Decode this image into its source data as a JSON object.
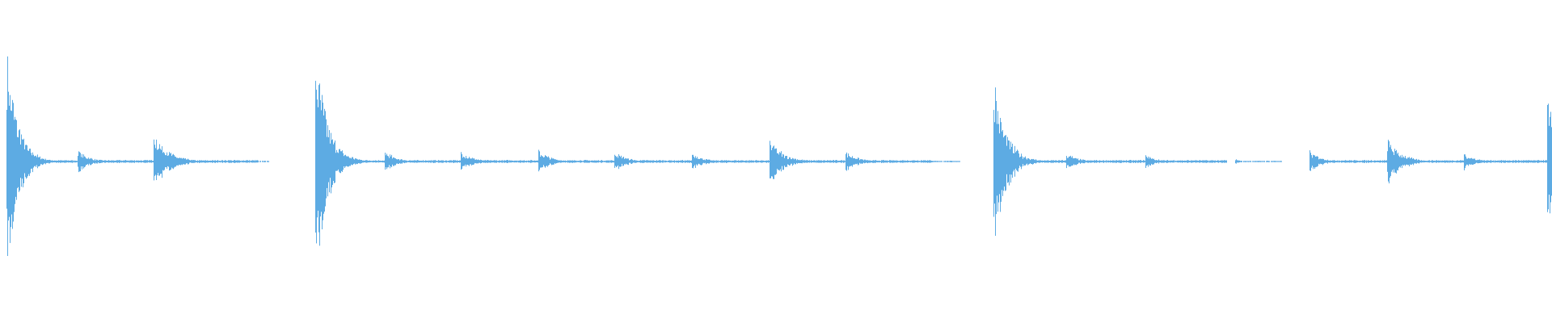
{
  "waveform": {
    "color": "#5DABE3",
    "background": "#FFFFFF",
    "peak_max": 1.0,
    "events": [
      {
        "t": 0.004,
        "amp": 1.0,
        "decay": 0.028
      },
      {
        "t": 0.05,
        "amp": 0.11,
        "decay": 0.028
      },
      {
        "t": 0.099,
        "amp": 0.26,
        "decay": 0.036
      },
      {
        "t": 0.147,
        "amp": 0.02,
        "decay": 0.014
      },
      {
        "t": 0.203,
        "amp": 1.0,
        "decay": 0.03
      },
      {
        "t": 0.248,
        "amp": 0.09,
        "decay": 0.03
      },
      {
        "t": 0.297,
        "amp": 0.09,
        "decay": 0.03
      },
      {
        "t": 0.347,
        "amp": 0.1,
        "decay": 0.03
      },
      {
        "t": 0.396,
        "amp": 0.09,
        "decay": 0.03
      },
      {
        "t": 0.446,
        "amp": 0.08,
        "decay": 0.027
      },
      {
        "t": 0.496,
        "amp": 0.2,
        "decay": 0.034
      },
      {
        "t": 0.545,
        "amp": 0.09,
        "decay": 0.03
      },
      {
        "t": 0.596,
        "amp": 0.02,
        "decay": 0.012
      },
      {
        "t": 0.64,
        "amp": 0.75,
        "decay": 0.03
      },
      {
        "t": 0.687,
        "amp": 0.07,
        "decay": 0.03
      },
      {
        "t": 0.738,
        "amp": 0.06,
        "decay": 0.028
      },
      {
        "t": 0.796,
        "amp": 0.02,
        "decay": 0.016
      },
      {
        "t": 0.844,
        "amp": 0.09,
        "decay": 0.03
      },
      {
        "t": 0.894,
        "amp": 0.2,
        "decay": 0.034
      },
      {
        "t": 0.943,
        "amp": 0.07,
        "decay": 0.03
      },
      {
        "t": 0.997,
        "amp": 0.75,
        "decay": 0.018
      }
    ]
  }
}
